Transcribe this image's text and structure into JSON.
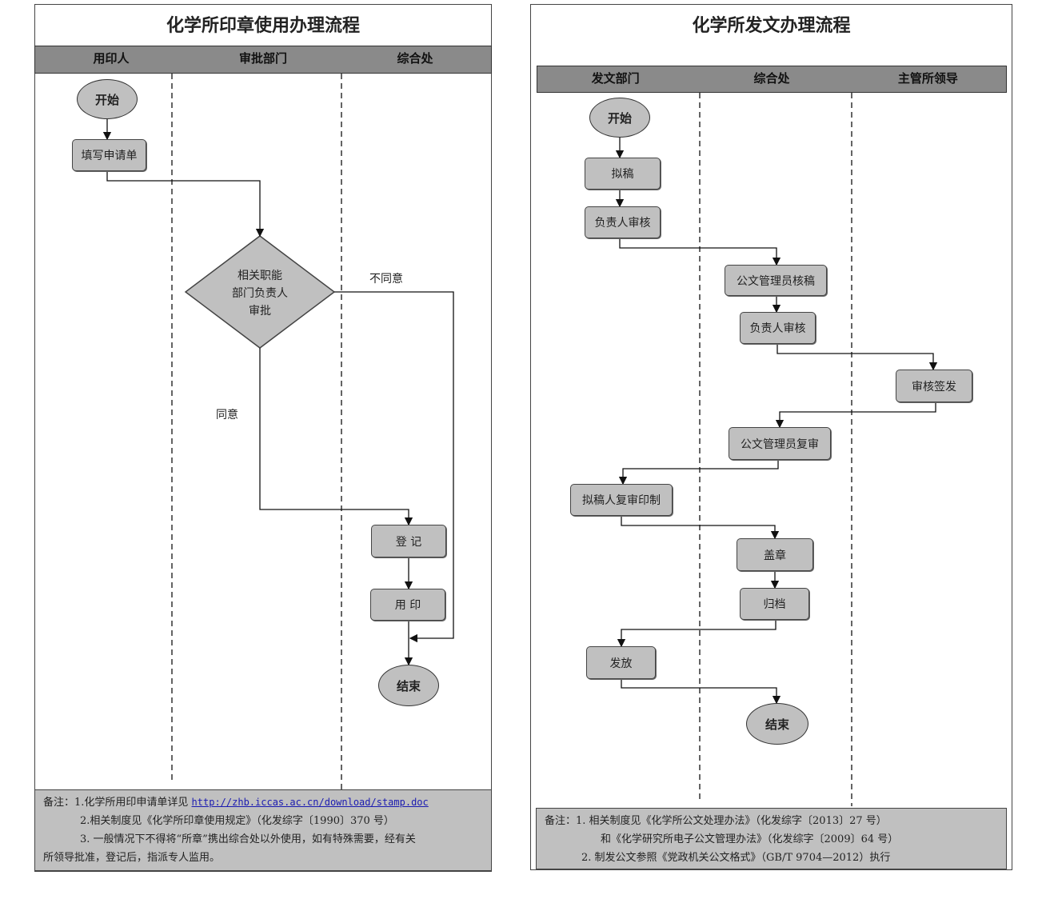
{
  "left": {
    "title": "化学所印章使用办理流程",
    "lanes": [
      "用印人",
      "审批部门",
      "综合处"
    ],
    "start": "开始",
    "fill_form": "填写申请单",
    "decision": [
      "相关职能",
      "部门负责人",
      "审批"
    ],
    "reject": "不同意",
    "approve": "同意",
    "register": "登 记",
    "stamp": "用 印",
    "end": "结束",
    "notes": {
      "n1_prefix": "备注：1.化学所用印申请单详见 ",
      "n1_link": "http://zhb.iccas.ac.cn/download/stamp.doc",
      "n2": "2.相关制度见《化学所印章使用规定》（化发综字〔1990〕370 号）",
      "n3a": "3. 一般情况下不得将“所章”携出综合处以外使用，如有特殊需要，经有关",
      "n3b": "所领导批准，登记后，指派专人监用。"
    }
  },
  "right": {
    "title": "化学所发文办理流程",
    "lanes": [
      "发文部门",
      "综合处",
      "主管所领导"
    ],
    "start": "开始",
    "draft": "拟稿",
    "review1": "负责人审核",
    "clerk_check": "公文管理员核稿",
    "review2": "负责人审核",
    "sign": "审核签发",
    "clerk_recheck": "公文管理员复审",
    "drafter_print": "拟稿人复审印制",
    "seal": "盖章",
    "archive": "归档",
    "issue": "发放",
    "end": "结束",
    "notes": {
      "n1": "备注：1.  相关制度见《化学所公文处理办法》（化发综字〔2013〕27 号）",
      "n1b": "和《化学研究所电子公文管理办法》（化发综字〔2009〕64 号）",
      "n2": "2.  制发公文参照《党政机关公文格式》（GB/T 9704—2012）执行"
    }
  }
}
